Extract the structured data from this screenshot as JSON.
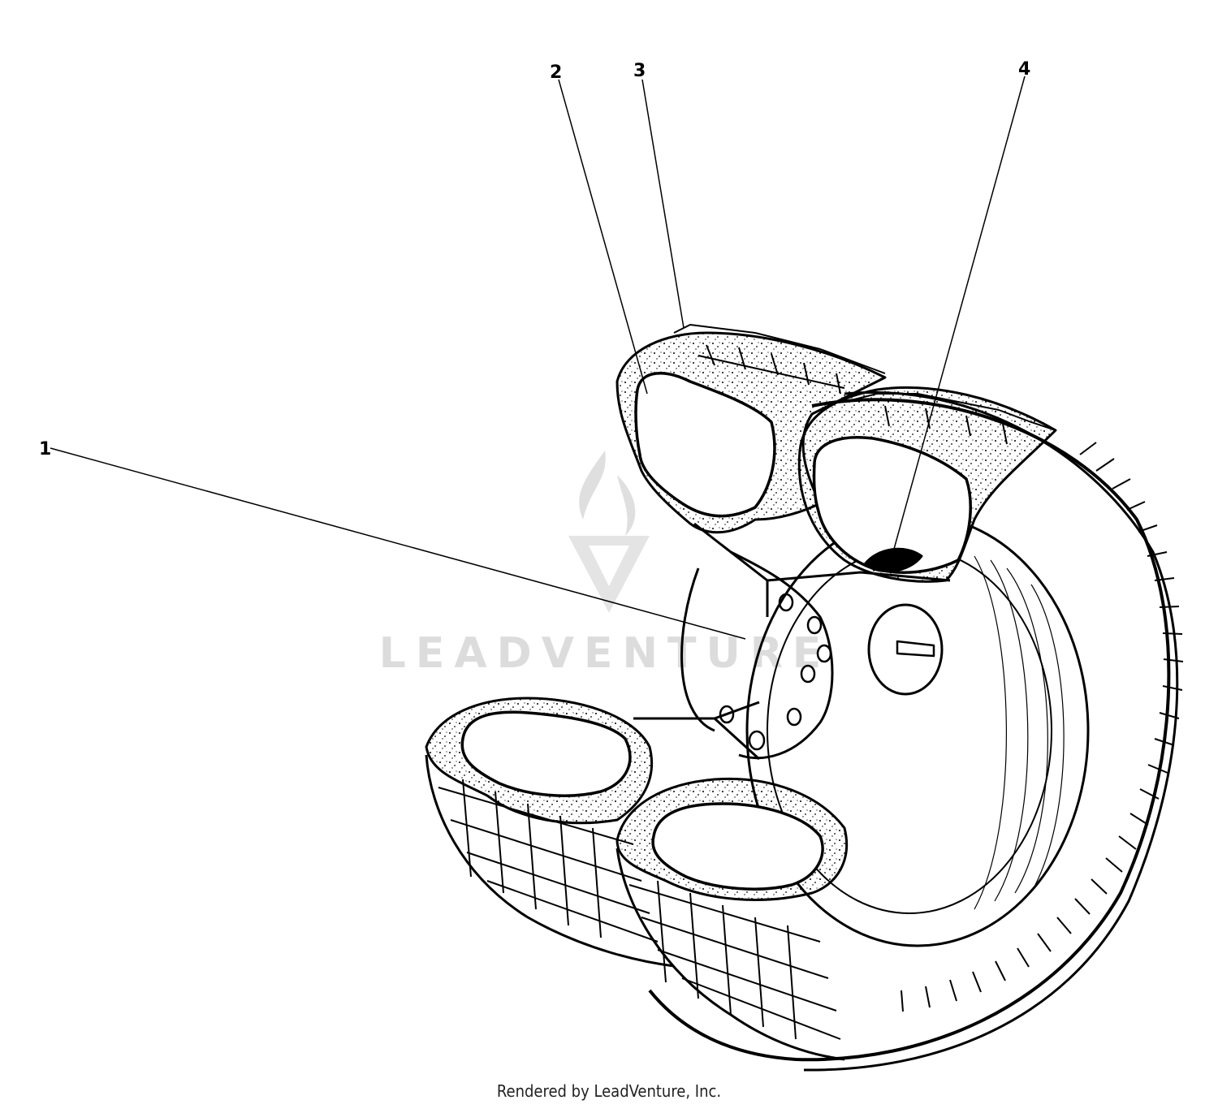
{
  "callouts": [
    {
      "id": "callout-1",
      "label": "1"
    },
    {
      "id": "callout-2",
      "label": "2"
    },
    {
      "id": "callout-3",
      "label": "3"
    },
    {
      "id": "callout-4",
      "label": "4"
    }
  ],
  "watermark": {
    "text": "LEADVENTURE"
  },
  "footer": {
    "credit": "Rendered by LeadVenture, Inc."
  },
  "colors": {
    "ink": "#000000",
    "watermark": "#d9d9d9",
    "background": "#ffffff"
  }
}
